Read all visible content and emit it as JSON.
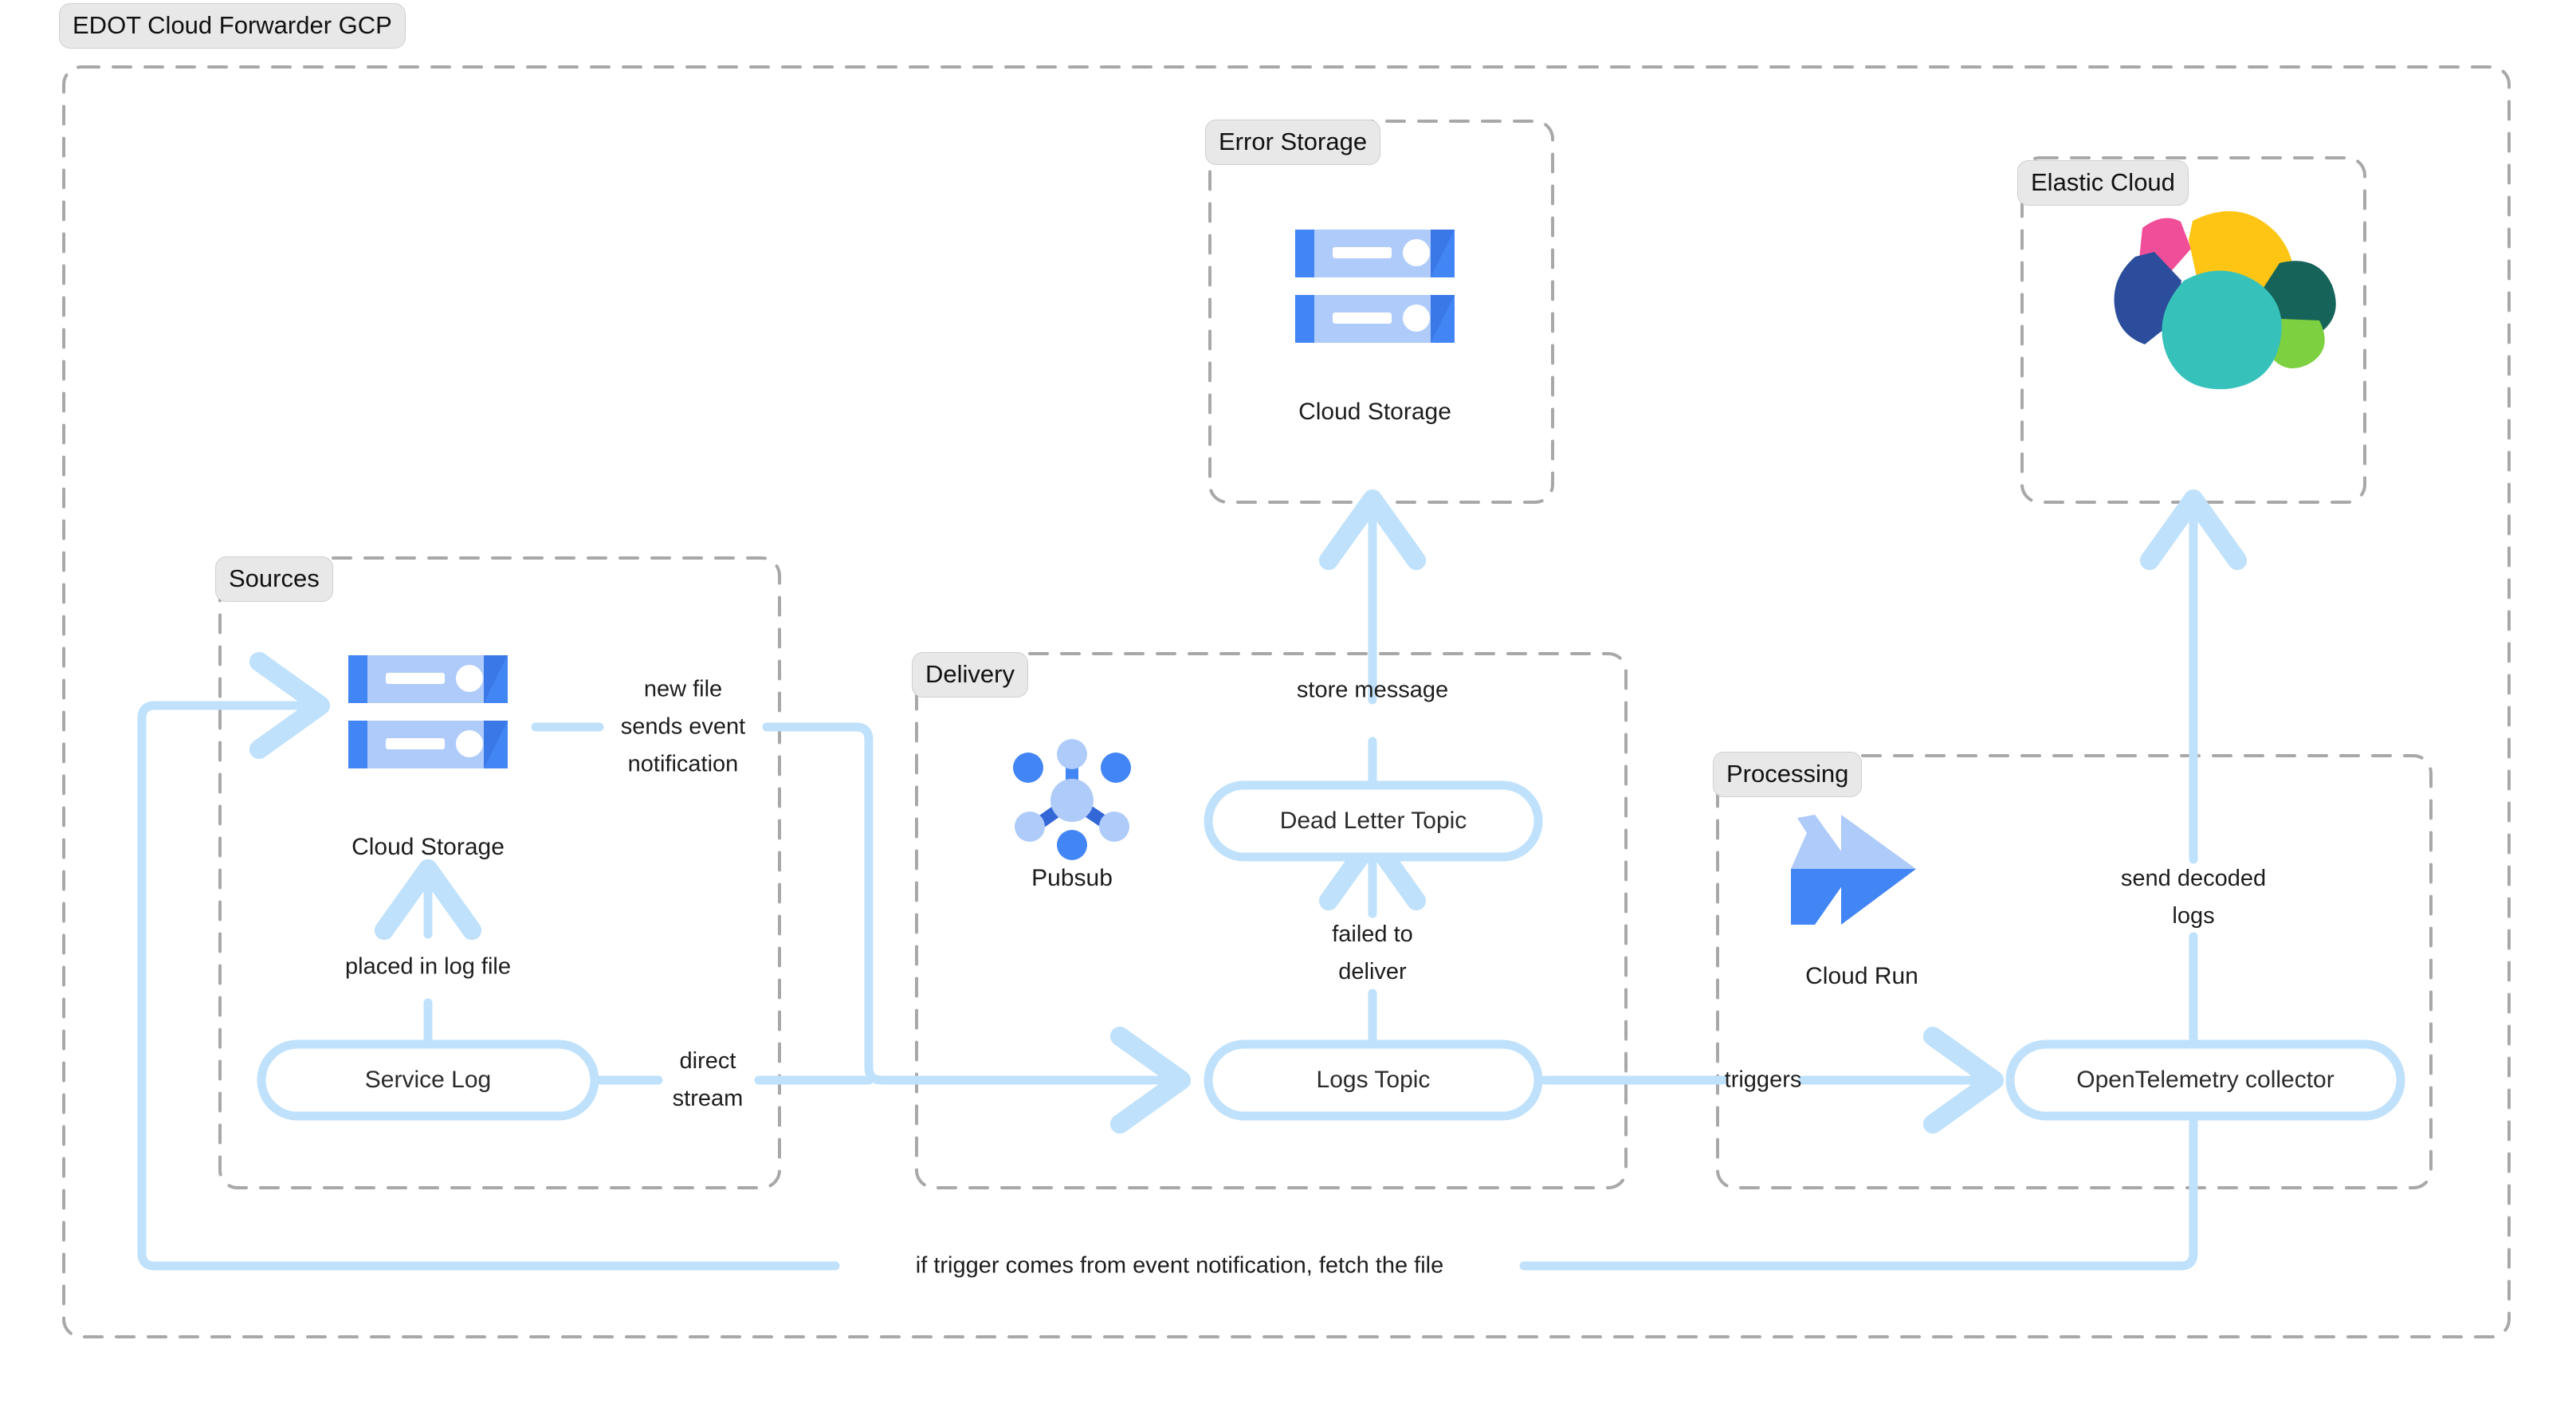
{
  "diagram": {
    "title": "EDOT Cloud Forwarder GCP",
    "type": "architecture-flow"
  },
  "groups": [
    {
      "id": "root",
      "label": "EDOT Cloud Forwarder GCP"
    },
    {
      "id": "error",
      "label": "Error Storage"
    },
    {
      "id": "elastic",
      "label": "Elastic Cloud"
    },
    {
      "id": "sources",
      "label": "Sources"
    },
    {
      "id": "delivery",
      "label": "Delivery"
    },
    {
      "id": "processing",
      "label": "Processing"
    }
  ],
  "nodes": {
    "cloud_storage_error": {
      "label": "Cloud Storage",
      "icon": "gcp-cloud-storage-icon"
    },
    "elastic_logo": {
      "label": "",
      "icon": "elastic-logo-icon"
    },
    "cloud_storage_sources": {
      "label": "Cloud Storage",
      "icon": "gcp-cloud-storage-icon"
    },
    "service_log": {
      "label": "Service Log",
      "icon": "rounded-node"
    },
    "pubsub": {
      "label": "Pubsub",
      "icon": "gcp-pubsub-icon"
    },
    "dead_letter_topic": {
      "label": "Dead Letter Topic",
      "icon": "rounded-node"
    },
    "logs_topic": {
      "label": "Logs Topic",
      "icon": "rounded-node"
    },
    "cloud_run": {
      "label": "Cloud Run",
      "icon": "gcp-cloud-run-icon"
    },
    "otel_collector": {
      "label": "OpenTelemetry collector",
      "icon": "rounded-node"
    }
  },
  "edges": [
    {
      "id": "e1",
      "from": "service_log",
      "to": "cloud_storage_sources",
      "label": "placed in log file"
    },
    {
      "id": "e2",
      "from": "cloud_storage_sources",
      "to": "logs_topic",
      "label": "new file\nsends event\nnotification"
    },
    {
      "id": "e3",
      "from": "service_log",
      "to": "logs_topic",
      "label": "direct\nstream"
    },
    {
      "id": "e4",
      "from": "logs_topic",
      "to": "dead_letter_topic",
      "label": "failed to\ndeliver"
    },
    {
      "id": "e5",
      "from": "dead_letter_topic",
      "to": "cloud_storage_error",
      "label": "store message"
    },
    {
      "id": "e6",
      "from": "logs_topic",
      "to": "otel_collector",
      "label": "triggers"
    },
    {
      "id": "e7",
      "from": "otel_collector",
      "to": "elastic_logo",
      "label": "send decoded\nlogs"
    },
    {
      "id": "e8",
      "from": "otel_collector",
      "to": "cloud_storage_sources",
      "label": "if trigger comes from event notification, fetch the file"
    }
  ],
  "colors": {
    "group_border": "#a8a8a8",
    "group_label_bg": "#e8e8e8",
    "edge": "#bfe1fb",
    "node_border": "#bfe1fb",
    "node_fill": "#ffffff",
    "gcp_blue_light": "#aecbfa",
    "gcp_blue": "#4285f4",
    "gcp_blue_dark": "#3367d6",
    "elastic_pink": "#f04e98",
    "elastic_yellow": "#fec514",
    "elastic_navy": "#2b4d9b",
    "elastic_teal": "#36c2ba",
    "elastic_darkgreen": "#16635a",
    "elastic_lightgreen": "#7dd03f",
    "text": "#1d1d1d",
    "background": "#ffffff"
  }
}
